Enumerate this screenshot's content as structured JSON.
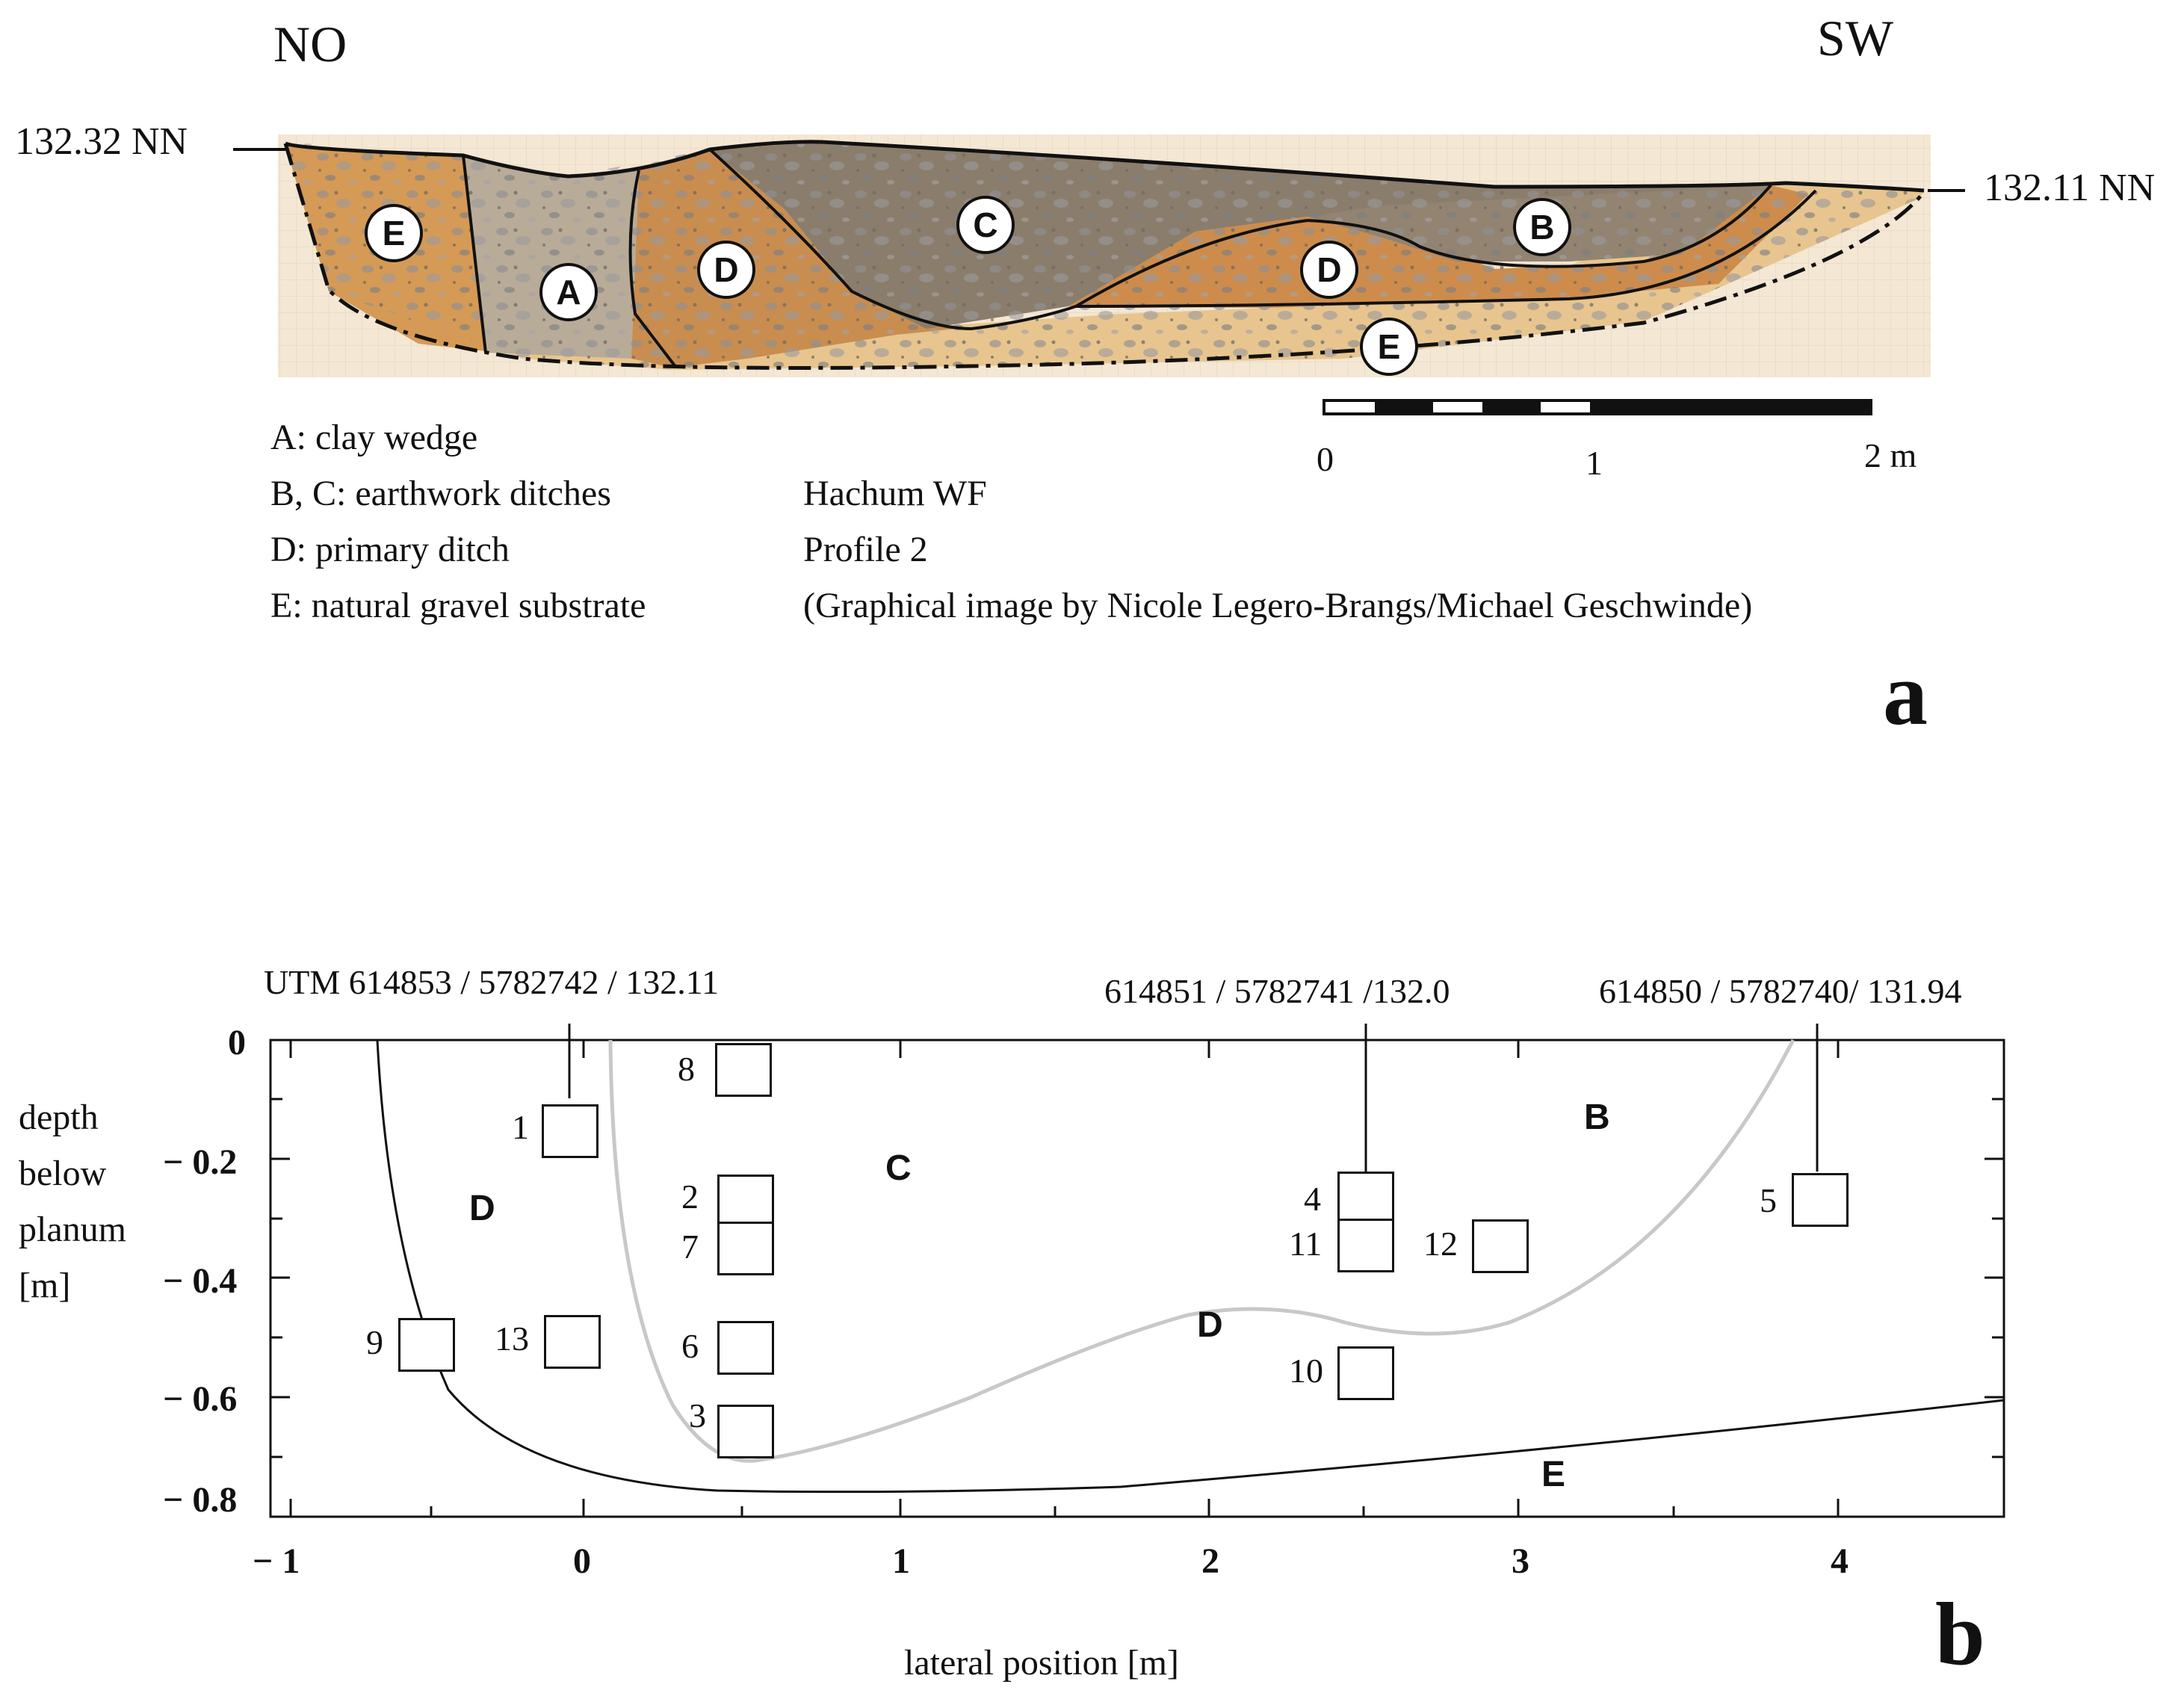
{
  "panel_a": {
    "left_direction": "NO",
    "right_direction": "SW",
    "left_elevation": "132.32 NN",
    "right_elevation": "132.11 NN",
    "layer_markers": [
      "E",
      "A",
      "D",
      "C",
      "D",
      "B",
      "E"
    ],
    "legend": [
      "A: clay wedge",
      "B, C: earthwork ditches",
      "D: primary ditch",
      "E: natural gravel substrate"
    ],
    "site": {
      "name": "Hachum WF",
      "profile": "Profile 2",
      "credit": "(Graphical image by Nicole Legero-Brangs/Michael Geschwinde)"
    },
    "scale_bar": {
      "labels": [
        "0",
        "1",
        "2 m"
      ]
    },
    "panel_letter": "a"
  },
  "panel_b": {
    "panel_letter": "b",
    "utm_labels": [
      "UTM 614853 / 5782742  / 132.11",
      "614851 / 5782741 /132.0",
      "614850 / 5782740/ 131.94"
    ],
    "y_axis_title": [
      "depth",
      "below",
      "planum",
      "[m]"
    ],
    "y_ticks": [
      "0",
      "− 0.2",
      "− 0.4",
      "− 0.6",
      "− 0.8"
    ],
    "x_ticks": [
      "− 1",
      "0",
      "1",
      "2",
      "3",
      "4"
    ],
    "x_axis_title": "lateral position [m]",
    "zones": [
      "D",
      "C",
      "B",
      "D",
      "E"
    ],
    "samples": [
      {
        "id": "1",
        "x": -0.05,
        "y": -0.15
      },
      {
        "id": "2",
        "x": 0.5,
        "y": -0.27
      },
      {
        "id": "7",
        "x": 0.5,
        "y": -0.35
      },
      {
        "id": "8",
        "x": 0.5,
        "y": -0.045
      },
      {
        "id": "6",
        "x": 0.5,
        "y": -0.51
      },
      {
        "id": "3",
        "x": 0.5,
        "y": -0.66
      },
      {
        "id": "9",
        "x": -0.52,
        "y": -0.51
      },
      {
        "id": "13",
        "x": -0.05,
        "y": -0.5
      },
      {
        "id": "4",
        "x": 2.5,
        "y": -0.26
      },
      {
        "id": "11",
        "x": 2.5,
        "y": -0.34
      },
      {
        "id": "12",
        "x": 2.9,
        "y": -0.34
      },
      {
        "id": "10",
        "x": 2.5,
        "y": -0.56
      },
      {
        "id": "5",
        "x": 3.95,
        "y": -0.27
      }
    ]
  },
  "colors": {
    "background": "#ffffff",
    "ink": "#111111",
    "boundary_grey": "#c8c8c8",
    "soil_light": "#e6c08a",
    "soil_orange": "#cf8f4e",
    "clay": "#b9aa95",
    "gravel_dark": "#86796a",
    "stone": "#8f8f92"
  }
}
